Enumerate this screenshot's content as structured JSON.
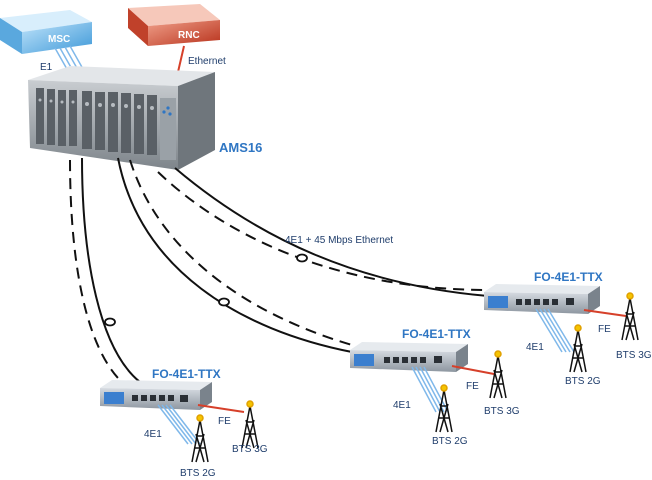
{
  "labels": {
    "msc": "MSC",
    "rnc": "RNC",
    "e1_top": "E1",
    "ethernet": "Ethernet",
    "ams16": "AMS16",
    "link_capacity": "4E1 + 45 Mbps Ethernet"
  },
  "terminals": [
    {
      "title": "FO-4E1-TTX",
      "e1": "4E1",
      "fe": "FE",
      "bts2g": "BTS 2G",
      "bts3g": "BTS 3G"
    },
    {
      "title": "FO-4E1-TTX",
      "e1": "4E1",
      "fe": "FE",
      "bts2g": "BTS 2G",
      "bts3g": "BTS 3G"
    },
    {
      "title": "FO-4E1-TTX",
      "e1": "4E1",
      "fe": "FE",
      "bts2g": "BTS 2G",
      "bts3g": "BTS 3G"
    }
  ],
  "colors": {
    "msc_blue": "#5fb0e6",
    "rnc_red": "#c8452a",
    "title_blue": "#2f76c3",
    "chassis_gray": "#8f959b",
    "fe_line": "#d6402a",
    "e1_line": "#7fb8ea"
  },
  "icons": [
    "msc-block",
    "rnc-block",
    "ams16-chassis",
    "fo-terminal",
    "bts-tower"
  ]
}
